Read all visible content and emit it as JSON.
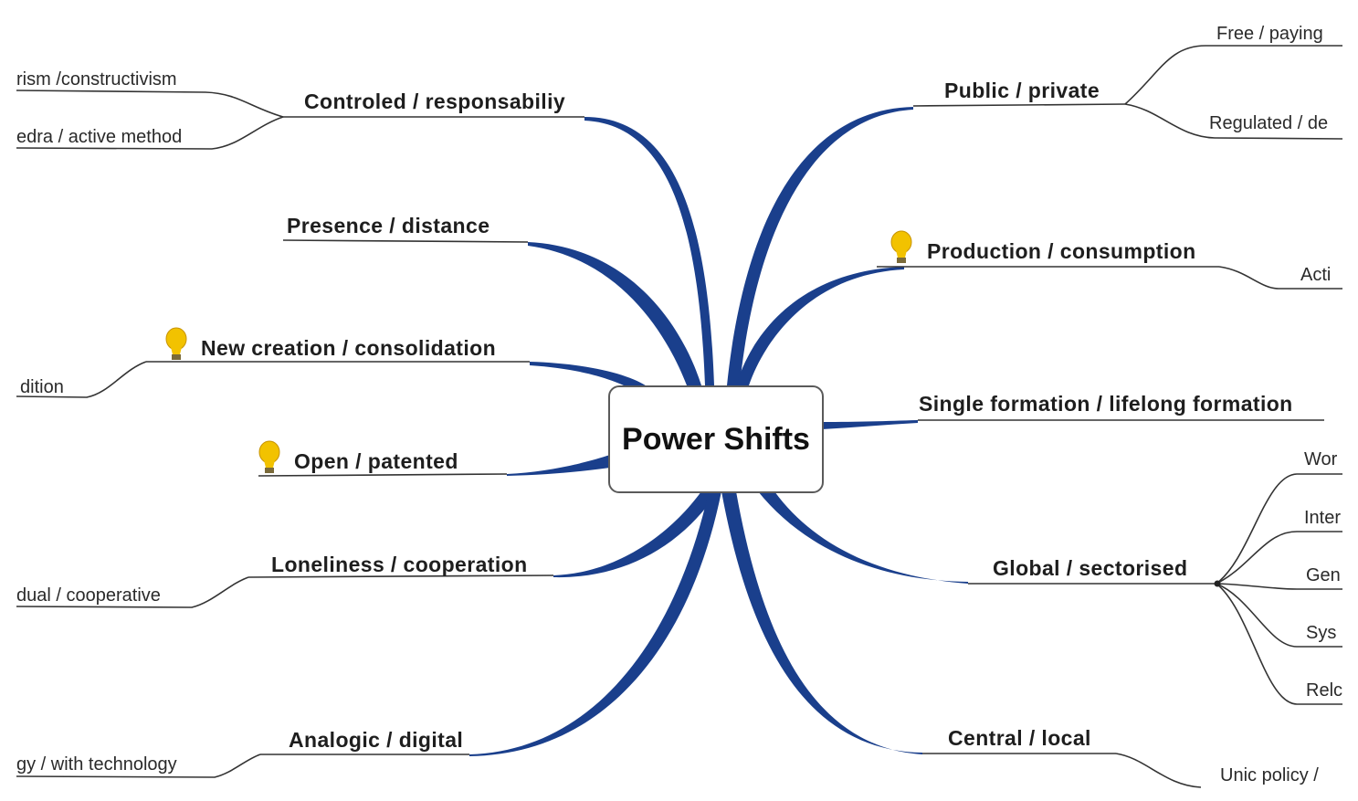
{
  "center": {
    "title": "Power Shifts"
  },
  "branches": {
    "controlled": {
      "label": "Controled / responsabiliy",
      "subs": [
        "rism /constructivism",
        "edra / active method"
      ]
    },
    "presence": {
      "label": "Presence / distance"
    },
    "new_creation": {
      "label": "New creation / consolidation",
      "subs": [
        "dition"
      ]
    },
    "open": {
      "label": "Open / patented"
    },
    "loneliness": {
      "label": "Loneliness / cooperation",
      "subs": [
        "dual / cooperative"
      ]
    },
    "analogic": {
      "label": "Analogic / digital",
      "subs": [
        "gy / with technology"
      ]
    },
    "public": {
      "label": "Public / private",
      "subs": [
        "Free / paying",
        "Regulated / de"
      ]
    },
    "production": {
      "label": "Production / consumption",
      "subs": [
        "Acti"
      ]
    },
    "single": {
      "label": "Single formation / lifelong formation"
    },
    "global": {
      "label": "Global / sectorised",
      "subs": [
        "Wor",
        "Inter",
        "Gen",
        "Sys",
        "Relc"
      ]
    },
    "central": {
      "label": "Central / local",
      "subs": [
        "Unic policy /"
      ]
    }
  },
  "icons": {
    "idea": "lightbulb-icon"
  },
  "colors": {
    "branch": "#1a3f8c",
    "line": "#333333",
    "bulb": "#f2c200"
  }
}
